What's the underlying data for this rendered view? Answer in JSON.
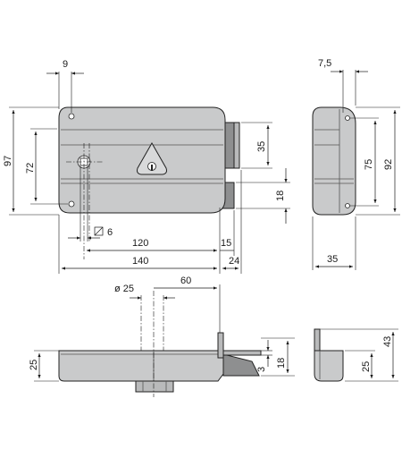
{
  "drawing": {
    "front": {
      "d_9": "9",
      "d_97": "97",
      "d_72": "72",
      "d_35": "35",
      "d_18": "18",
      "d_6": "6",
      "d_120": "120",
      "d_15": "15",
      "d_140": "140",
      "d_24": "24"
    },
    "side": {
      "d_7_5": "7,5",
      "d_75": "75",
      "d_92": "92",
      "d_35": "35"
    },
    "bottom": {
      "d_25_dia": "ø 25",
      "d_60": "60",
      "d_25": "25",
      "d_3": "3",
      "d_18": "18"
    },
    "small_side": {
      "d_43": "43",
      "d_25": "25"
    }
  }
}
